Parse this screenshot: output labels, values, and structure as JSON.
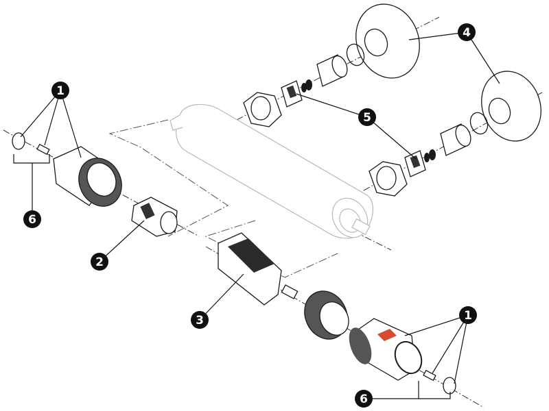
{
  "diagram": {
    "callouts": [
      {
        "id": "c1-top",
        "label": "1"
      },
      {
        "id": "c1-bottom",
        "label": "1"
      },
      {
        "id": "c2",
        "label": "2"
      },
      {
        "id": "c3",
        "label": "3"
      },
      {
        "id": "c4",
        "label": "4"
      },
      {
        "id": "c5",
        "label": "5"
      },
      {
        "id": "c6-left",
        "label": "6"
      },
      {
        "id": "c6-bottom",
        "label": "6"
      }
    ],
    "colors": {
      "ink": "#1a1a1a",
      "ghost": "#b8b8b8",
      "dark_band": "#555555",
      "accent": "#d84a2f",
      "callout_fill": "#111111",
      "callout_text": "#ffffff"
    }
  }
}
